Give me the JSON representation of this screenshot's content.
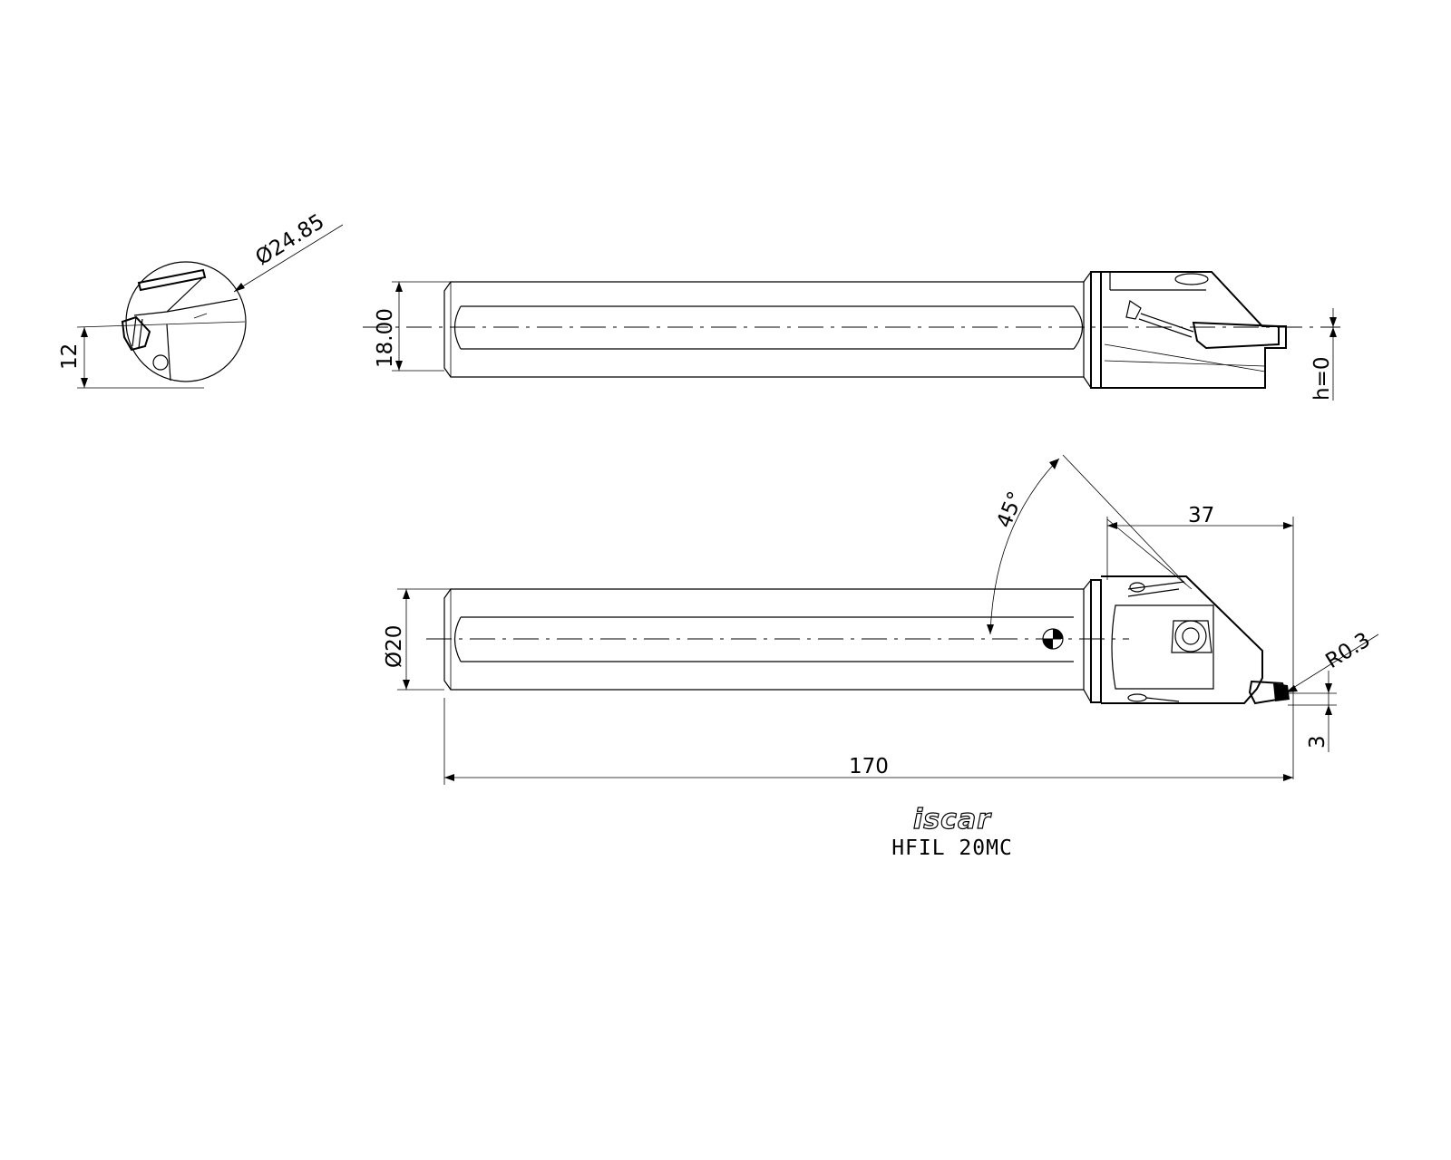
{
  "brand": {
    "logo_text": "iscar"
  },
  "model": "HFIL 20MC",
  "dimensions": {
    "head_diameter": "Ø24.85",
    "center_height": "12",
    "shank_flat": "18.00",
    "h_zero": "h=0",
    "angle": "45°",
    "head_length": "37",
    "shank_diameter": "Ø20",
    "corner_radius": "R0.3",
    "width": "3",
    "overall_length": "170"
  }
}
